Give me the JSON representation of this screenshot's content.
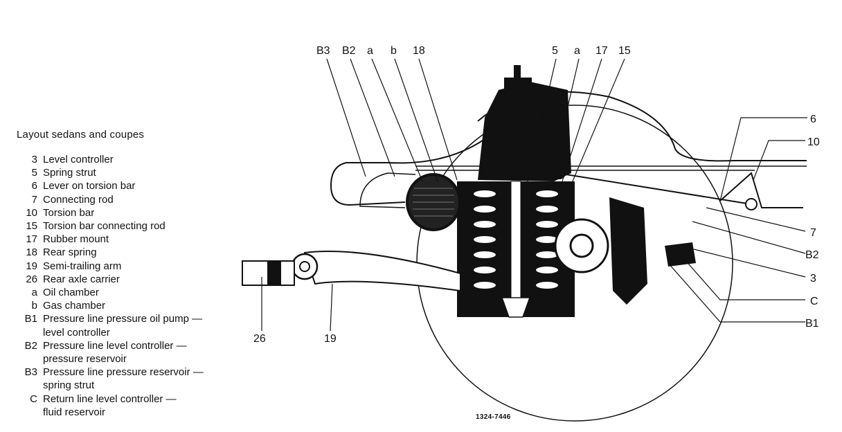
{
  "legend": {
    "title": "Layout sedans and coupes",
    "entries": [
      {
        "code": "3",
        "label": "Level controller"
      },
      {
        "code": "5",
        "label": "Spring strut"
      },
      {
        "code": "6",
        "label": "Lever on torsion bar"
      },
      {
        "code": "7",
        "label": "Connecting rod"
      },
      {
        "code": "10",
        "label": "Torsion bar"
      },
      {
        "code": "15",
        "label": "Torsion bar connecting rod"
      },
      {
        "code": "17",
        "label": "Rubber mount"
      },
      {
        "code": "18",
        "label": "Rear spring"
      },
      {
        "code": "19",
        "label": "Semi-trailing arm"
      },
      {
        "code": "26",
        "label": "Rear axle carrier"
      },
      {
        "code": "a",
        "label": "Oil chamber"
      },
      {
        "code": "b",
        "label": "Gas chamber"
      },
      {
        "code": "B1",
        "label": "Pressure line pressure oil pump —\nlevel controller"
      },
      {
        "code": "B2",
        "label": "Pressure line level controller —\npressure reservoir"
      },
      {
        "code": "B3",
        "label": "Pressure line pressure reservoir —\nspring strut"
      },
      {
        "code": "C",
        "label": "Return line level controller —\nfluid reservoir"
      }
    ]
  },
  "callouts": {
    "top_b3": "B3",
    "top_b2": "B2",
    "top_a_left": "a",
    "top_b": "b",
    "top_18": "18",
    "top_5": "5",
    "top_a_right": "a",
    "top_17": "17",
    "top_15": "15",
    "right_6": "6",
    "right_10": "10",
    "right_7": "7",
    "right_b2": "B2",
    "right_3": "3",
    "right_c": "C",
    "right_b1": "B1",
    "bottom_26": "26",
    "bottom_19": "19"
  },
  "figure_number": "1324-7446"
}
